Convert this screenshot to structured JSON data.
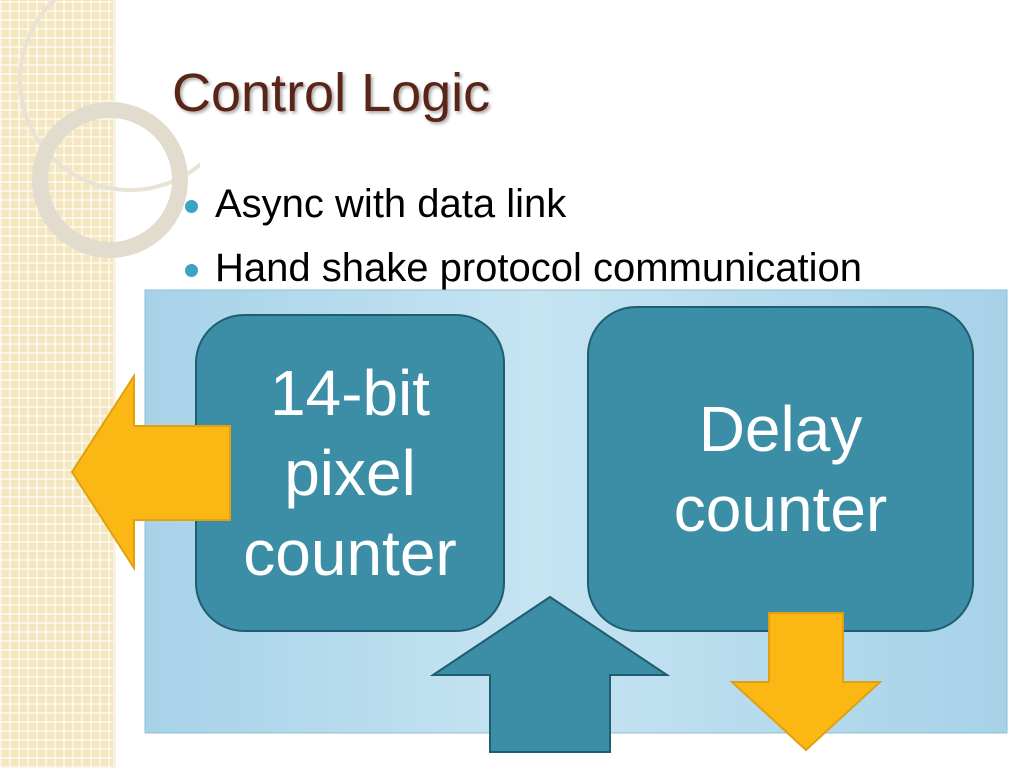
{
  "slide": {
    "title": "Control Logic",
    "bullets": [
      "Async with data link",
      "Hand shake protocol communication"
    ]
  },
  "diagram": {
    "nodes": [
      {
        "id": "pixel-counter",
        "label": "14-bit\npixel\ncounter"
      },
      {
        "id": "delay-counter",
        "label": "Delay\ncounter"
      }
    ],
    "arrows": [
      {
        "id": "output-left",
        "direction": "left",
        "color": "#fbb714"
      },
      {
        "id": "input-up",
        "direction": "up",
        "color": "#3b8ea5"
      },
      {
        "id": "output-down",
        "direction": "down",
        "color": "#fbb714"
      }
    ],
    "colors": {
      "panel": "#bfe0f0",
      "node_fill": "#3b8ea5",
      "node_stroke": "#1f5d70",
      "accent_orange": "#fbb714",
      "title": "#5a2417",
      "bullet": "#3aa4c1"
    }
  }
}
